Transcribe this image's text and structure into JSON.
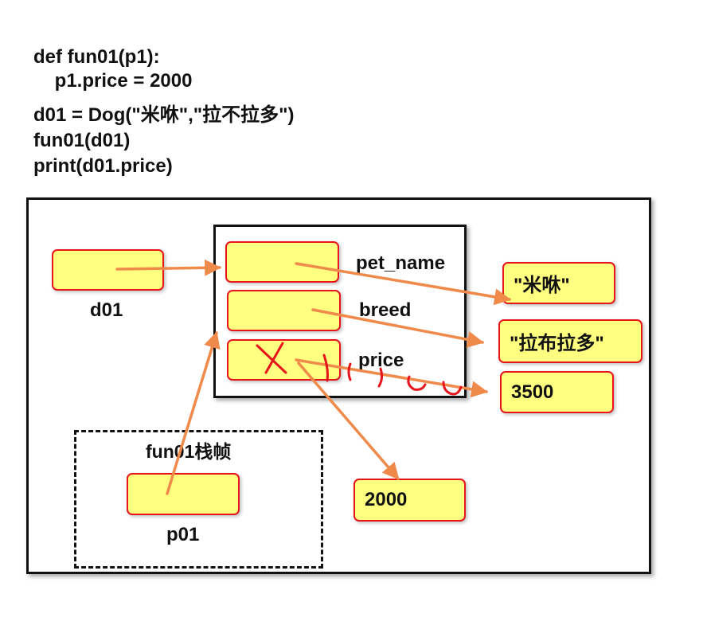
{
  "code": {
    "line1": "def fun01(p1):",
    "line2": "    p1.price = 2000",
    "line3": "d01 = Dog(\"米咻\",\"拉不拉多\")",
    "line4": "fun01(d01)",
    "line5": "print(d01.price)"
  },
  "diagram": {
    "var_d01": "d01",
    "field_pet_name": "pet_name",
    "field_breed": "breed",
    "field_price": "price",
    "value_pet_name": "\"米咻\"",
    "value_breed": "\"拉布拉多\"",
    "value_price_old": "3500",
    "value_price_new": "2000",
    "stack_frame_title": "fun01栈帧",
    "param_p01": "p01"
  },
  "colors": {
    "cell_fill": "#ffff80",
    "cell_border": "#e8141c",
    "arrow": "#f08a4b",
    "annotation": "#e8141c"
  }
}
